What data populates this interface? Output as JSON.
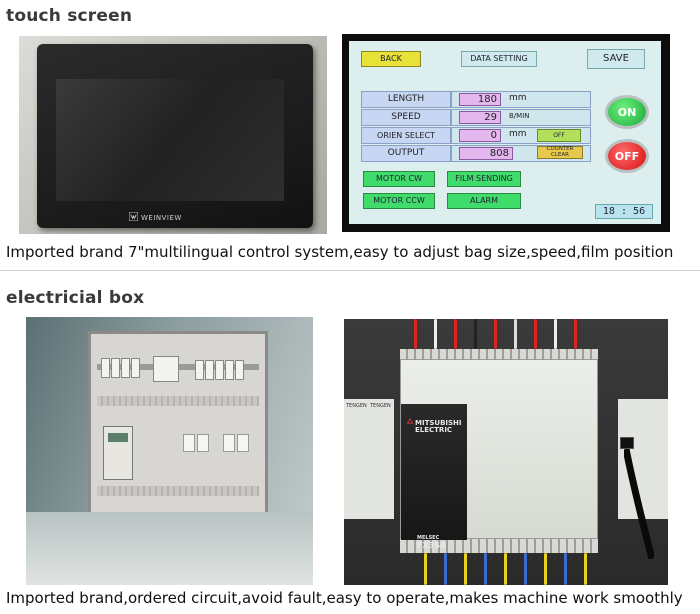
{
  "sections": {
    "touch": {
      "title": "touch screen",
      "caption": "Imported brand 7\"multilingual control system,easy to adjust bag size,speed,film position"
    },
    "electric": {
      "title": "electricial box",
      "caption": "Imported brand,ordered circuit,avoid fault,easy to operate,makes machine work smoothly"
    }
  },
  "device": {
    "brand": "WEINVIEW"
  },
  "hmi": {
    "buttons": {
      "back": "BACK",
      "data_setting": "DATA SETTING",
      "save": "SAVE",
      "motor_cw": "MOTOR CW",
      "film_sending": "FILM SENDING",
      "motor_ccw": "MOTOR CCW",
      "alarm": "ALARM",
      "orien_toggle": "OFF",
      "counter_clear": "COUNTER CLEAR",
      "on": "ON",
      "off": "OFF"
    },
    "rows": [
      {
        "label": "LENGTH",
        "value": "180",
        "unit": "mm"
      },
      {
        "label": "SPEED",
        "value": "29",
        "unit": "B/MIN"
      },
      {
        "label": "ORIEN SELECT",
        "value": "0",
        "unit": "mm"
      },
      {
        "label": "OUTPUT",
        "value": "808",
        "unit": ""
      }
    ],
    "clock": {
      "hour": "18",
      "minute": "56"
    }
  },
  "plc": {
    "brand_line1": "MITSUBISHI",
    "brand_line2": "ELECTRIC",
    "series": "MELSEC",
    "model": "FX3SA",
    "side_labels": [
      "TENGEN",
      "TENGEN"
    ]
  },
  "colors": {
    "section_title": "#3a3a3a",
    "hmi_bg": "#dcefee",
    "on_green": "#1aa83a",
    "off_red": "#d41010"
  }
}
